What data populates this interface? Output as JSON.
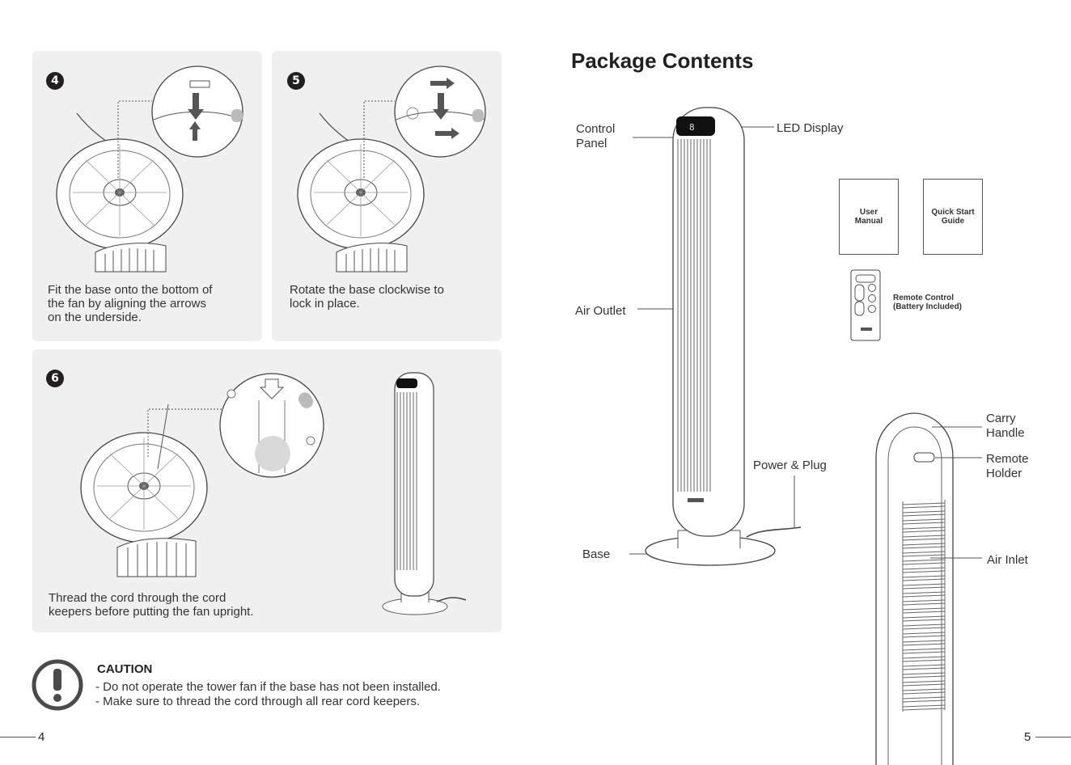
{
  "left_page": {
    "steps": [
      {
        "number": "4",
        "text": "Fit the base onto the bottom of\nthe fan by aligning the arrows\non the underside."
      },
      {
        "number": "5",
        "text": "Rotate the base clockwise to\nlock in place."
      },
      {
        "number": "6",
        "text": "Thread the cord through the cord\nkeepers before putting the fan upright."
      }
    ],
    "caution": {
      "title": "CAUTION",
      "lines": [
        "- Do not operate the tower fan if the base has not been installed.",
        "- Make sure to thread the cord through all rear cord keepers."
      ]
    },
    "page_number": "4"
  },
  "right_page": {
    "title": "Package Contents",
    "labels": {
      "control_panel": "Control\nPanel",
      "led_display": "LED Display",
      "air_outlet": "Air Outlet",
      "power_plug": "Power & Plug",
      "base": "Base",
      "carry_handle": "Carry\nHandle",
      "remote_holder": "Remote\nHolder",
      "air_inlet": "Air Inlet"
    },
    "user_manual": "User\nManual",
    "quick_start": "Quick Start\nGuide",
    "remote_control": "Remote Control\n(Battery Included)",
    "page_number": "5"
  },
  "colors": {
    "panel": "#f0f0f0",
    "badge": "#231f20",
    "text": "#333333"
  }
}
